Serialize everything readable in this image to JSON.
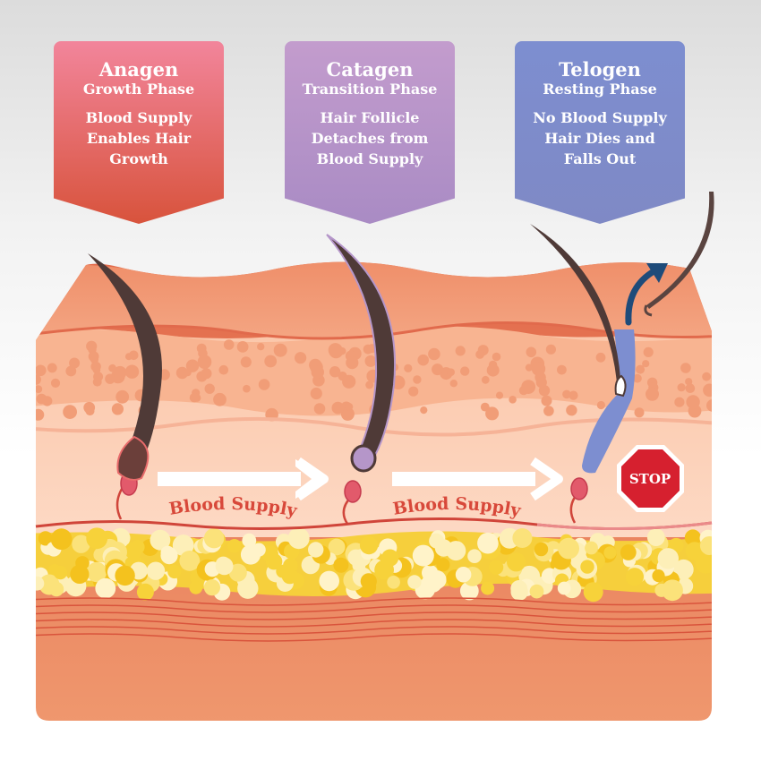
{
  "phases": [
    {
      "title": "Anagen",
      "subtitle": "Growth Phase",
      "description": "Blood Supply Enables Hair Growth",
      "color": "#e0604f"
    },
    {
      "title": "Catagen",
      "subtitle": "Transition Phase",
      "description": "Hair Follicle Detaches from Blood Supply",
      "color": "#b596c9"
    },
    {
      "title": "Telogen",
      "subtitle": "Resting Phase",
      "description": "No Blood Supply Hair Dies and Falls Out",
      "color": "#7f8bc9"
    }
  ],
  "blood_supply_labels": [
    "Blood Supply",
    "Blood Supply"
  ],
  "stop_sign": {
    "text": "STOP",
    "color": "#d6202f"
  },
  "colors": {
    "epidermis": "#ef9070",
    "dermis_dots": "#f19d77",
    "fat_yellow": "#f7d23a",
    "hair": "#4f3a37",
    "bulb_catagen": "#b596c9",
    "bulb_telogen": "#7d8ed0",
    "arrow_white": "#ffffff",
    "blood_vessel": "#d0453a"
  }
}
